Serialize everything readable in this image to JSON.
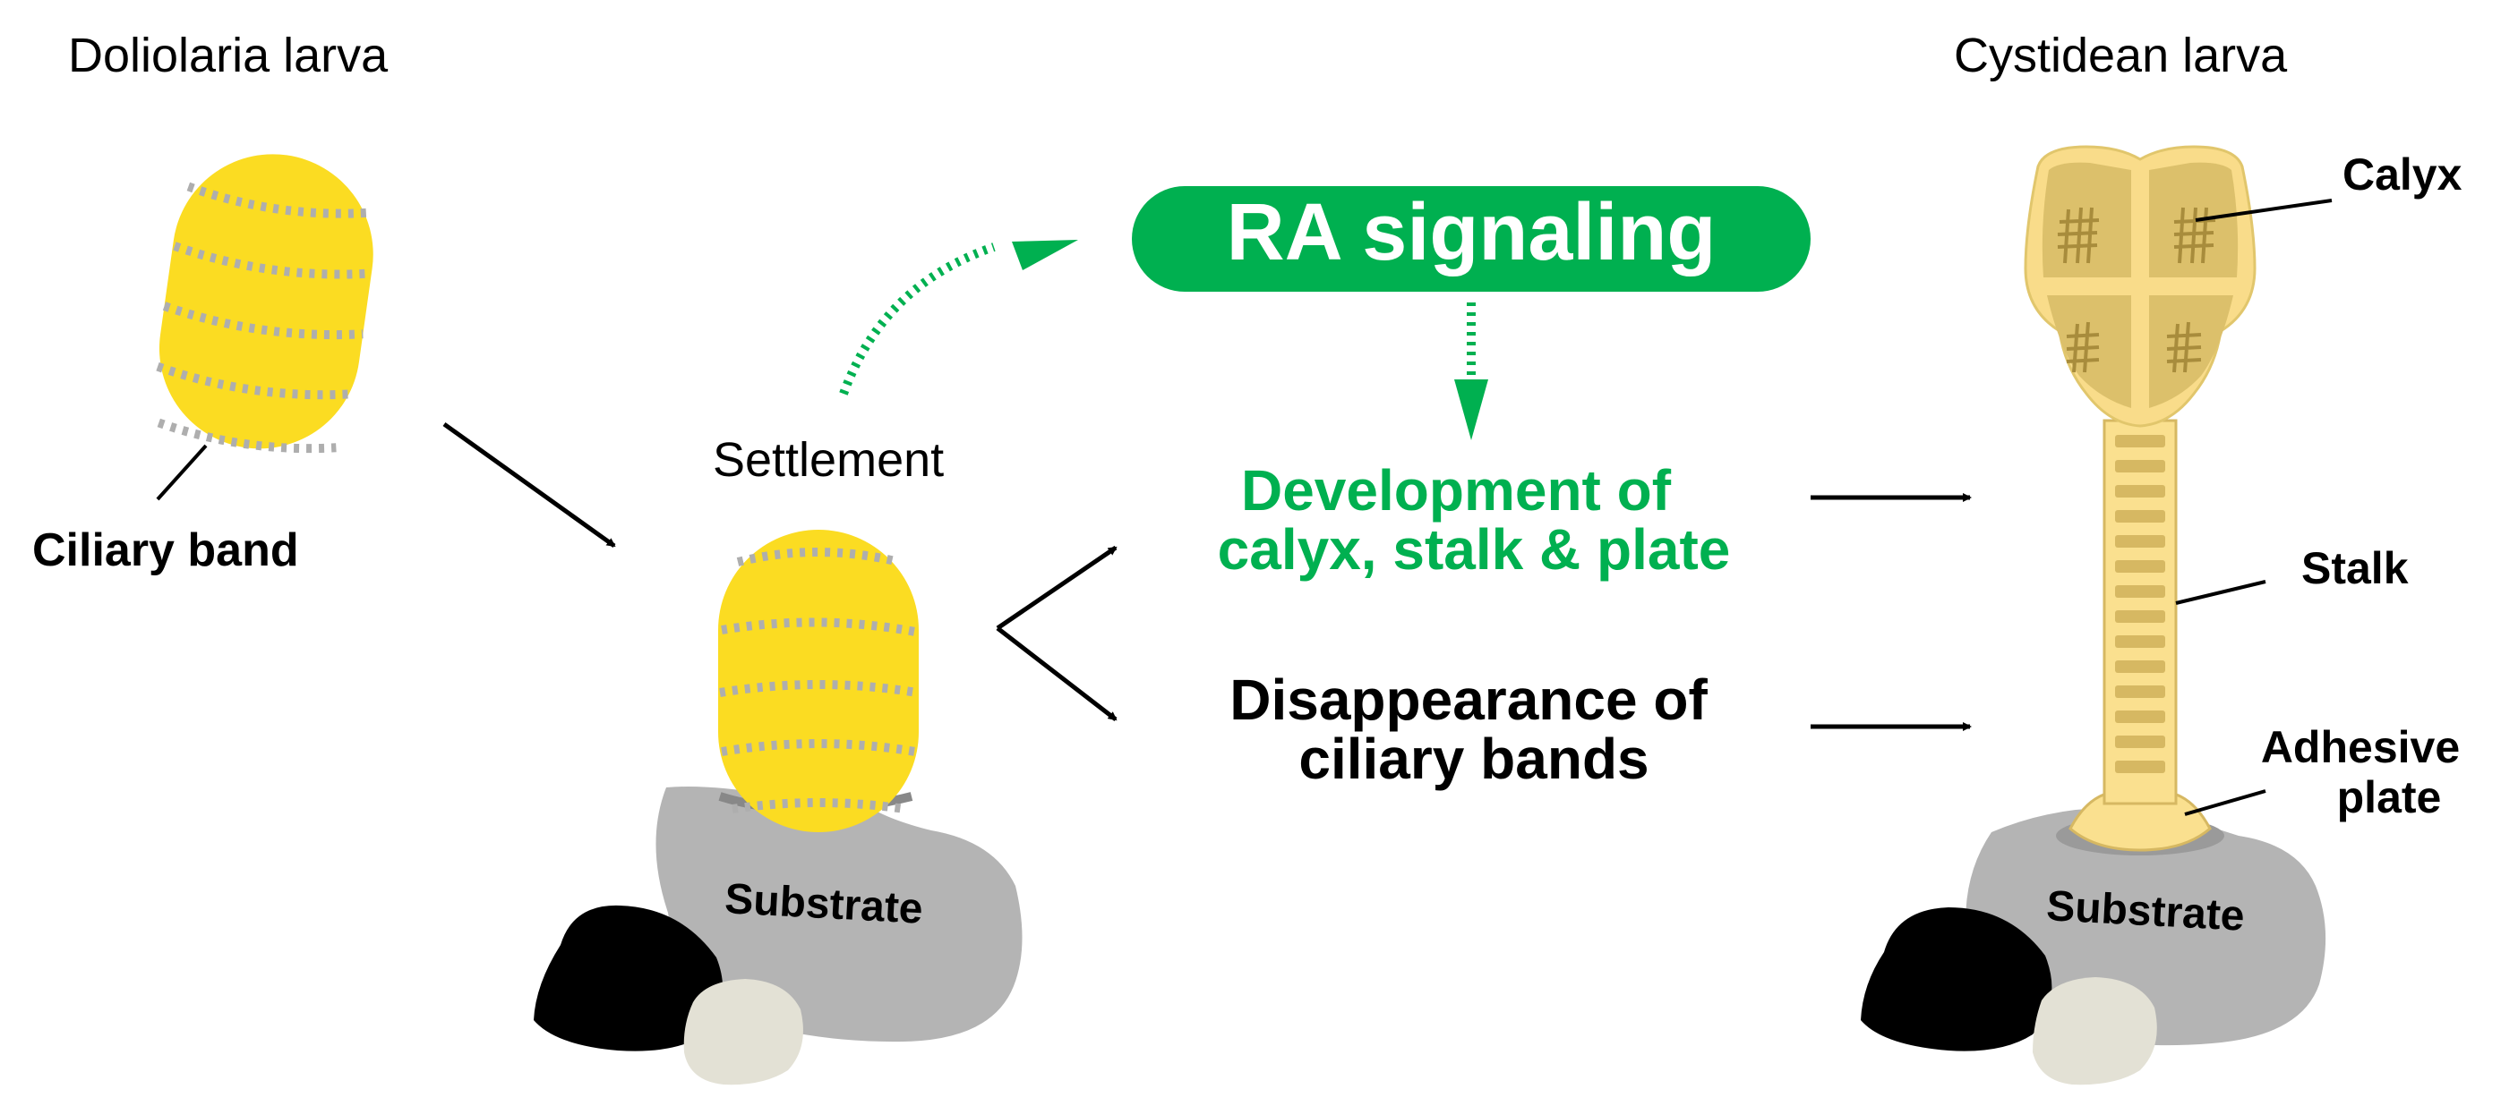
{
  "labels": {
    "doliolaria": "Doliolaria larva",
    "cystidean": "Cystidean larva",
    "ciliary_band": "Ciliary band",
    "settlement": "Settlement",
    "ra_signaling": "RA signaling",
    "development_line1": "Development of",
    "development_line2": "calyx, stalk & plate",
    "disappearance_line1": "Disappearance of",
    "disappearance_line2": "ciliary bands",
    "substrate_left": "Substrate",
    "substrate_right": "Substrate",
    "calyx": "Calyx",
    "stalk": "Stalk",
    "adhesive_line1": "Adhesive",
    "adhesive_line2": "plate"
  },
  "colors": {
    "green": "#00b050",
    "larva_yellow": "#fbdc22",
    "cilia_gray": "#aeaeae",
    "rock_gray": "#b4b4b4",
    "pebble_cream": "#e3e1d5",
    "stone_black": "#000000",
    "calyx_fill": "#f9dc8a",
    "calyx_panel": "#dcc06b",
    "stalk_fill": "#fae08f",
    "stalk_ossicle": "#d6b862"
  }
}
